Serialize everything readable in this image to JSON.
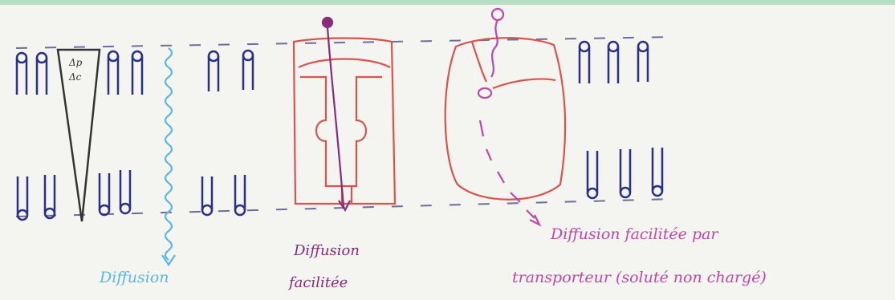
{
  "colors": {
    "paper": "#f4f4f1",
    "ink_blue": "#2b2f86",
    "ink_light_blue": "#5ab6e6",
    "ink_red": "#d9534f",
    "ink_purple": "#8a2b7a",
    "ink_black": "#333333",
    "top_strip": "#b9dcc4"
  },
  "gradient_labels": {
    "line1": "Δp",
    "line2": "Δc"
  },
  "labels": {
    "diffusion": "Diffusion",
    "facilitated_line1": "Diffusion",
    "facilitated_line2": "facilitée",
    "carrier_line1": "Diffusion facilitée par",
    "carrier_line2": "transporteur (soluté non chargé)"
  }
}
